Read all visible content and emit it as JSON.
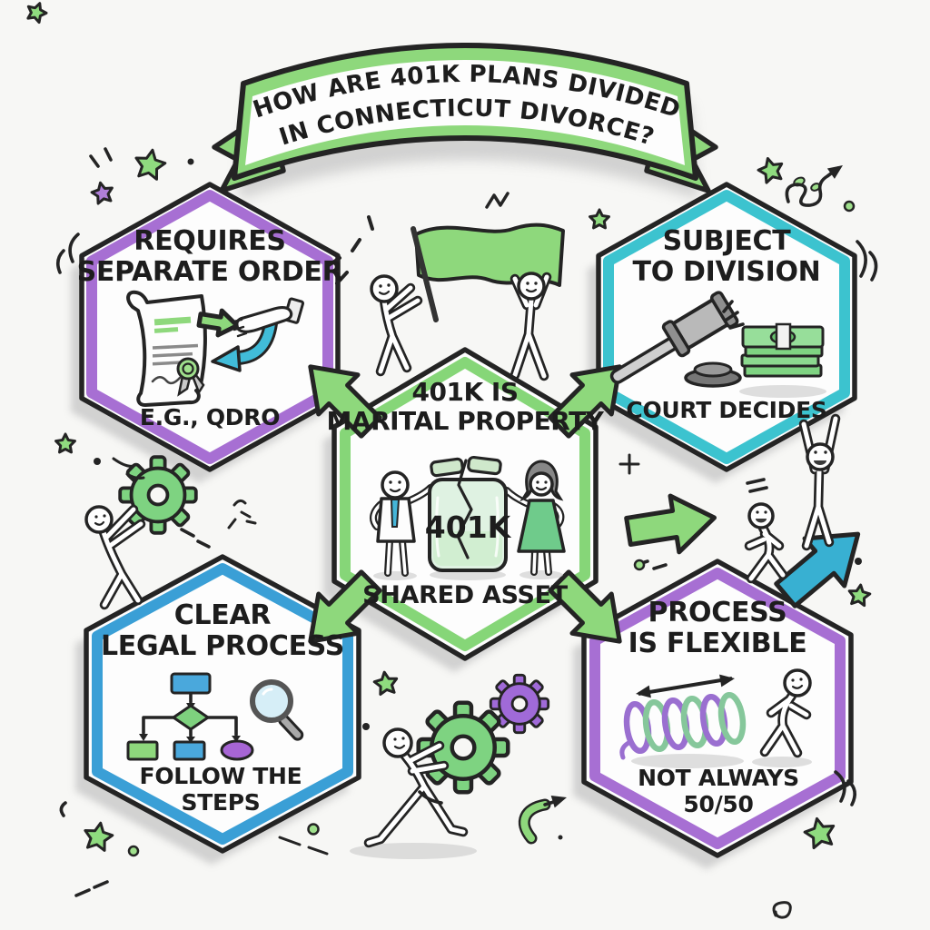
{
  "banner": {
    "line1": "HOW ARE 401K PLANS DIVIDED",
    "line2": "IN CONNECTICUT DIVORCE?"
  },
  "hexagons": {
    "top_left": {
      "title_line1": "REQUIRES",
      "title_line2": "SEPARATE ORDER",
      "caption": "E.G., QDRO",
      "border_color": "#a76fd3",
      "icon": "qdro-document-exchange-hand"
    },
    "top_right": {
      "title_line1": "SUBJECT",
      "title_line2": "TO DIVISION",
      "caption": "COURT DECIDES",
      "border_color": "#3cc3cf",
      "icon": "gavel-and-money-stack"
    },
    "center": {
      "title_line1": "401K IS",
      "title_line2": "MARITAL PROPERTY",
      "jar_label": "401K",
      "caption": "SHARED ASSET",
      "border_color": "#86d678",
      "icon": "couple-with-cracked-jar"
    },
    "bottom_left": {
      "title_line1": "CLEAR",
      "title_line2": "LEGAL PROCESS",
      "caption_line1": "FOLLOW THE",
      "caption_line2": "STEPS",
      "border_color": "#3a9fd6",
      "icon": "flowchart-and-magnifier"
    },
    "bottom_right": {
      "title_line1": "PROCESS",
      "title_line2": "IS FLEXIBLE",
      "caption_line1": "NOT ALWAYS",
      "caption_line2": "50/50",
      "border_color": "#a76fd3",
      "icon": "stretch-spring-with-figure"
    }
  },
  "colors": {
    "green": "#86d678",
    "purple": "#a76fd3",
    "teal": "#3cc3cf",
    "blue": "#3a9fd6",
    "money_green": "#7fd382",
    "jar_green": "#dff2e2",
    "ink": "#1d1d1d",
    "background": "#f7f7f5",
    "shadow": "#c8c8c8"
  },
  "decorations": [
    "ribbon-banner",
    "green-flag",
    "flag-bearer-figures",
    "gear-lifting-figure",
    "gear-pushing-figure",
    "arrow-climbing-figures",
    "spring-pushing-figure",
    "green-gears",
    "purple-gear",
    "green-stars",
    "purple-star",
    "diagonal-block-arrows",
    "right-block-arrow",
    "teal-rising-arrow",
    "confetti-squiggles"
  ]
}
